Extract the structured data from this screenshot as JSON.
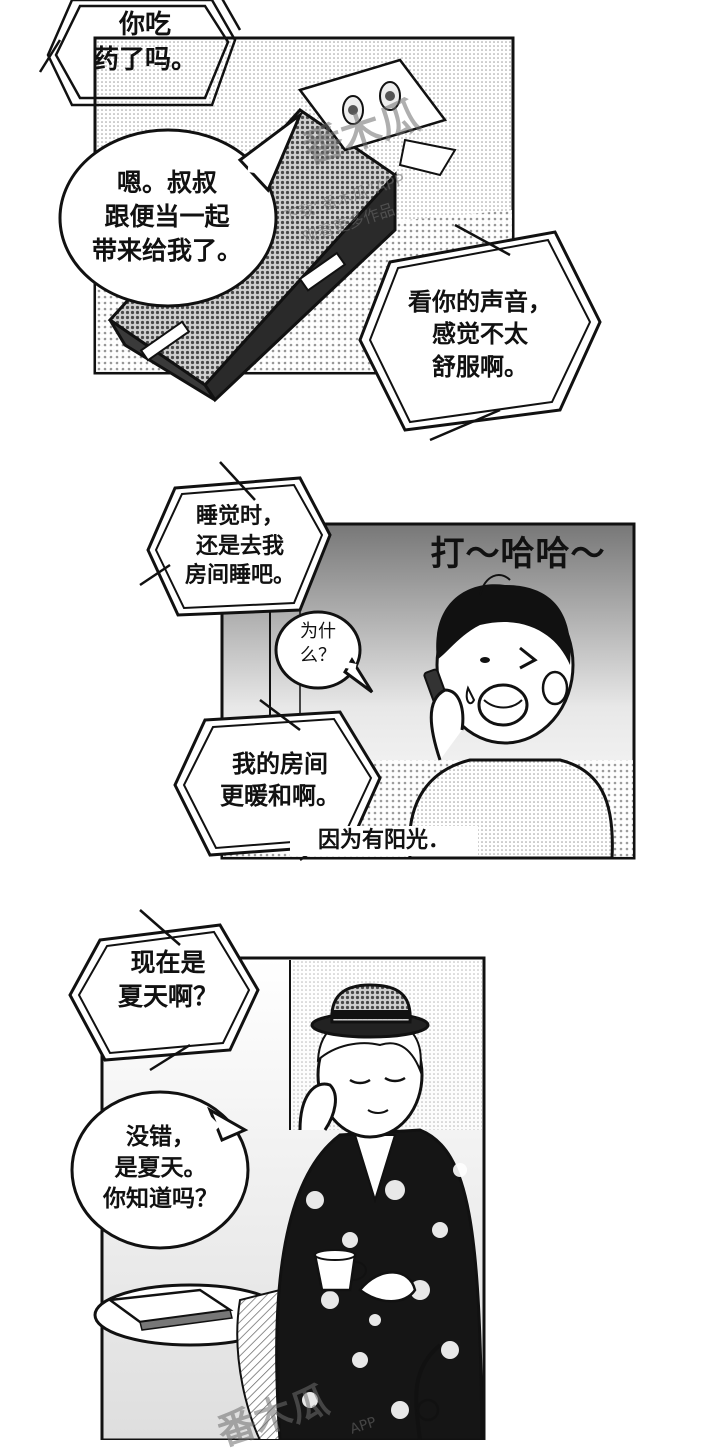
{
  "colors": {
    "ink": "#111111",
    "paper": "#ffffff",
    "screentone": "#b9b9b9"
  },
  "panel1": {
    "bubble_question": "你吃\n药了吗。",
    "bubble_reply": "嗯。叔叔\n跟便当一起\n带来给我了。",
    "bubble_voice": "看你的声音，\n感觉不太\n舒服啊。"
  },
  "panel2": {
    "bubble_sleep": "睡觉时，\n还是去我\n房间睡吧。",
    "sfx_sneeze": "打～哈哈～",
    "bubble_why": "为什\n么？",
    "bubble_warm": "我的房间\n更暖和啊。",
    "caption_sun": "因为有阳光．"
  },
  "panel3": {
    "bubble_summer_q": "现在是\n夏天啊？",
    "bubble_summer_a": "没错，\n是夏天。\n你知道吗？"
  },
  "watermark": {
    "brand": "番木瓜",
    "line1": "下载“番木瓜”APP",
    "line2": "观看更多作品",
    "app": "APP"
  }
}
